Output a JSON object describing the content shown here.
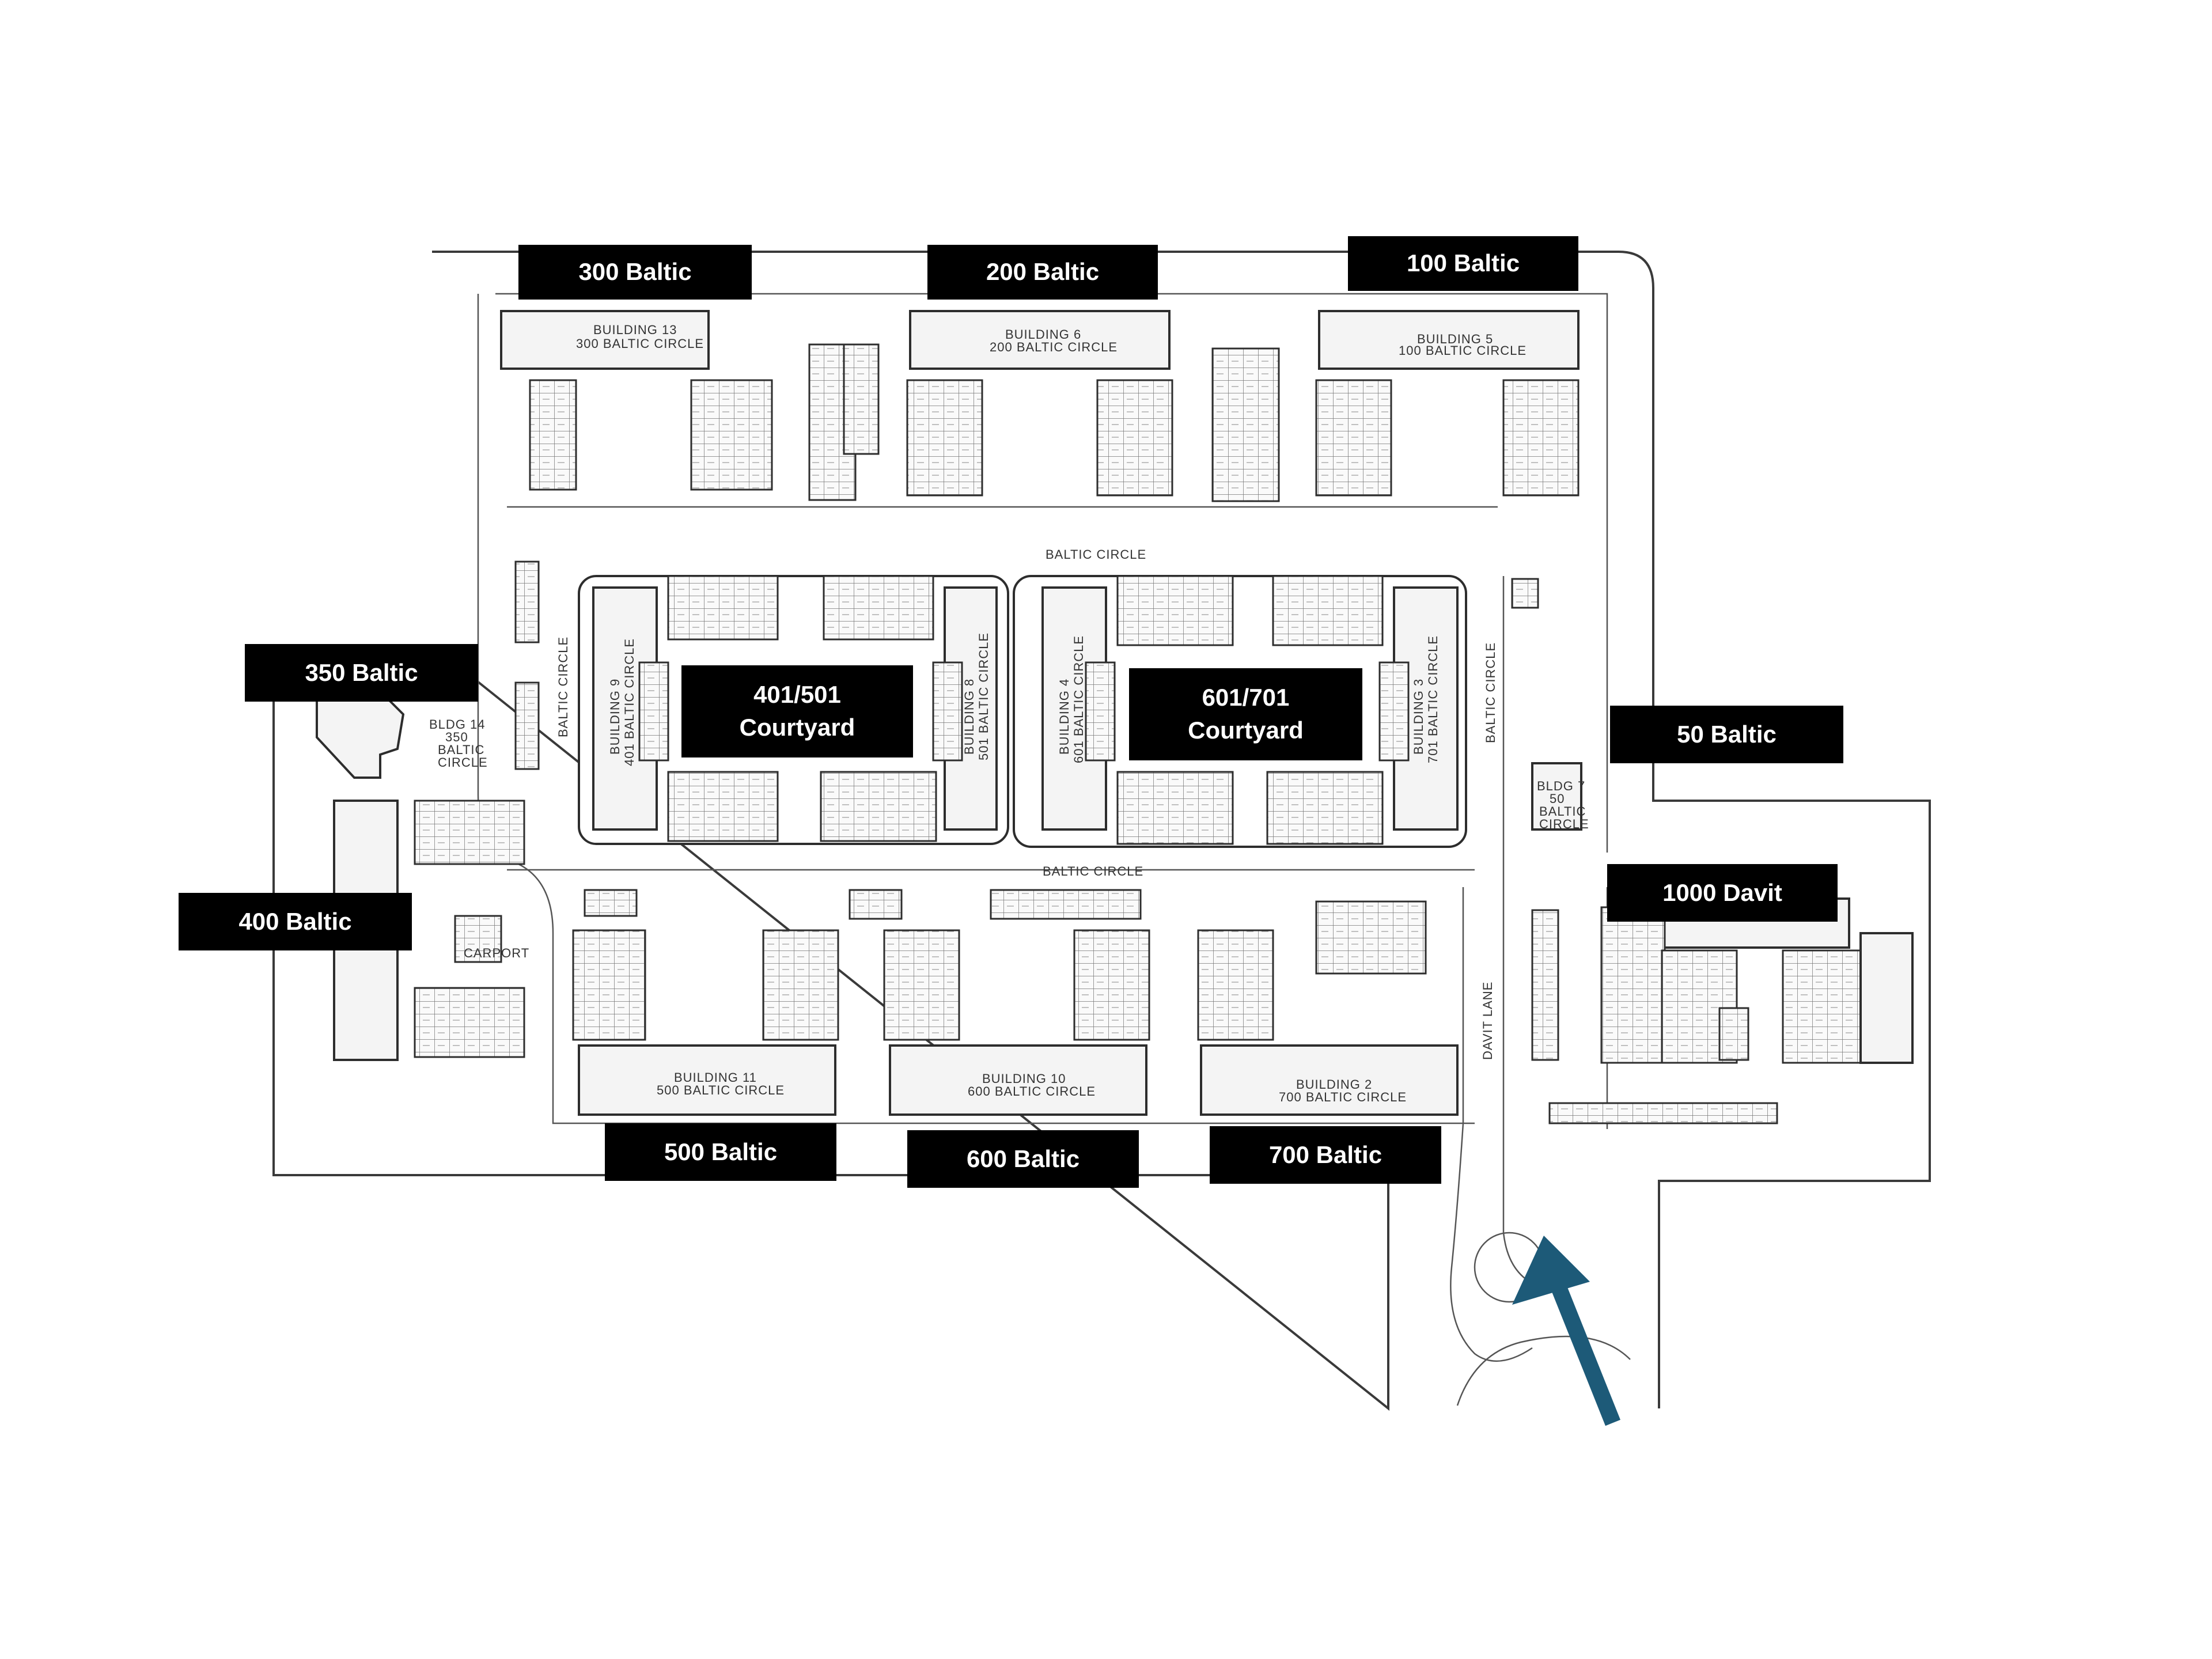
{
  "labels": {
    "b300": "300 Baltic",
    "b200": "200 Baltic",
    "b100": "100 Baltic",
    "b350": "350 Baltic",
    "b401": "401/501\nCourtyard",
    "b601": "601/701\nCourtyard",
    "b50": "50 Baltic",
    "b1000": "1000 Davit",
    "b400": "400 Baltic",
    "b500": "500 Baltic",
    "b600": "600 Baltic",
    "b700": "700 Baltic"
  },
  "plan_text": {
    "bldg13": "BUILDING 13",
    "bldg13_addr": "300 BALTIC CIRCLE",
    "bldg6": "BUILDING 6",
    "bldg6_addr": "200 BALTIC CIRCLE",
    "bldg5": "BUILDING 5",
    "bldg5_addr": "100 BALTIC CIRCLE",
    "baltic_circle_north": "BALTIC CIRCLE",
    "baltic_circle_south": "BALTIC CIRCLE",
    "baltic_circle_west": "BALTIC CIRCLE",
    "baltic_circle_east": "BALTIC CIRCLE",
    "bldg14": "BLDG 14",
    "bldg14_addr1": "350",
    "bldg14_addr2": "BALTIC",
    "bldg14_addr3": "CIRCLE",
    "bldg9": "BUILDING 9",
    "bldg9_addr": "401 BALTIC CIRCLE",
    "bldg8": "BUILDING 8",
    "bldg8_addr": "501 BALTIC CIRCLE",
    "bldg4": "BUILDING 4",
    "bldg4_addr": "601 BALTIC CIRCLE",
    "bldg3": "BUILDING 3",
    "bldg3_addr": "701 BALTIC CIRCLE",
    "bldg7": "BLDG 7",
    "bldg7_addr1": "50",
    "bldg7_addr2": "BALTIC",
    "bldg7_addr3": "CIRCLE",
    "bldg11": "BUILDING 11",
    "bldg11_addr": "500 BALTIC CIRCLE",
    "bldg10": "BUILDING 10",
    "bldg10_addr": "600 BALTIC CIRCLE",
    "bldg2": "BUILDING 2",
    "bldg2_addr": "700 BALTIC CIRCLE",
    "davit_lane": "DAVIT LANE",
    "carport": "CARPORT"
  },
  "colors": {
    "arrow": "#1d5a78",
    "tag_bg": "#000000",
    "tag_text": "#ffffff"
  },
  "icons": {
    "entrance_arrow": "arrow-up-left-icon"
  }
}
